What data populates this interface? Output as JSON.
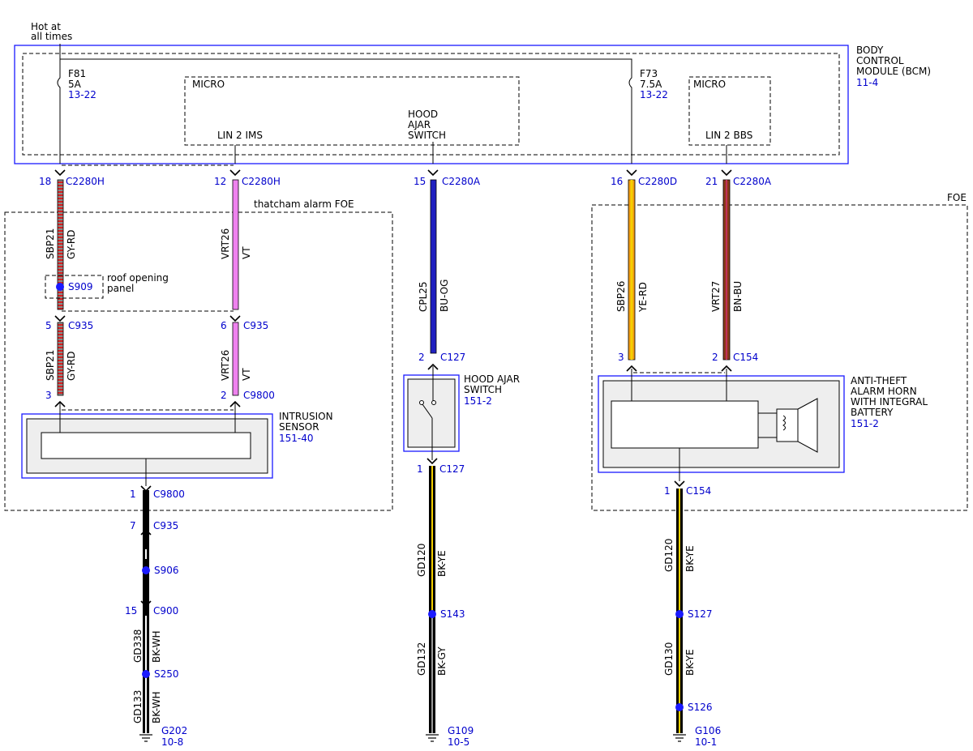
{
  "power": {
    "hot_line1": "Hot at",
    "hot_line2": "all times"
  },
  "bcm": {
    "title_lines": [
      "BODY",
      "CONTROL",
      "MODULE (BCM)"
    ],
    "ref": "11-4",
    "fuse_f81": {
      "name": "F81",
      "rating": "5A",
      "ref": "13-22"
    },
    "fuse_f73": {
      "name": "F73",
      "rating": "7.5A",
      "ref": "13-22"
    },
    "micro1": {
      "label": "MICRO",
      "lin": "LIN 2 IMS"
    },
    "micro2": {
      "label": "MICRO",
      "lin": "LIN 2 BBS"
    },
    "hood_input_lines": [
      "HOOD",
      "AJAR",
      "SWITCH"
    ]
  },
  "bcm_pins": [
    {
      "pin": "18",
      "connector": "C2280H"
    },
    {
      "pin": "12",
      "connector": "C2280H"
    },
    {
      "pin": "15",
      "connector": "C2280A"
    },
    {
      "pin": "16",
      "connector": "C2280D"
    },
    {
      "pin": "21",
      "connector": "C2280A"
    }
  ],
  "options": {
    "thatcham": "thatcham alarm FOE",
    "foe": "FOE"
  },
  "roof_panel": {
    "splice": "S909",
    "label_lines": [
      "roof opening",
      "panel"
    ]
  },
  "wires": {
    "sbp21_top": {
      "circuit": "SBP21",
      "color": "GY-RD"
    },
    "vrt26_top": {
      "circuit": "VRT26",
      "color": "VT"
    },
    "sbp21_bot": {
      "circuit": "SBP21",
      "color": "GY-RD"
    },
    "vrt26_bot": {
      "circuit": "VRT26",
      "color": "VT"
    },
    "cpl25": {
      "circuit": "CPL25",
      "color": "BU-OG"
    },
    "sbp26": {
      "circuit": "SBP26",
      "color": "YE-RD"
    },
    "vrt27": {
      "circuit": "VRT27",
      "color": "BN-BU"
    },
    "gd338": {
      "circuit": "GD338",
      "color": "BK-WH"
    },
    "gd133": {
      "circuit": "GD133",
      "color": "BK-WH"
    },
    "gd120_hood": {
      "circuit": "GD120",
      "color": "BK-YE"
    },
    "gd132": {
      "circuit": "GD132",
      "color": "BK-GY"
    },
    "gd120_horn": {
      "circuit": "GD120",
      "color": "BK-YE"
    },
    "gd130": {
      "circuit": "GD130",
      "color": "BK-YE"
    }
  },
  "connectors": {
    "c935_5": {
      "pin": "5",
      "name": "C935"
    },
    "c935_6": {
      "pin": "6",
      "name": "C935"
    },
    "c9800_3": {
      "pin": "3",
      "name": ""
    },
    "c9800_2": {
      "pin": "2",
      "name": "C9800"
    },
    "c9800_1": {
      "pin": "1",
      "name": "C9800"
    },
    "c935_7": {
      "pin": "7",
      "name": "C935"
    },
    "c900_15": {
      "pin": "15",
      "name": "C900"
    },
    "c127_2": {
      "pin": "2",
      "name": "C127"
    },
    "c127_1": {
      "pin": "1",
      "name": "C127"
    },
    "c154_3": {
      "pin": "3",
      "name": ""
    },
    "c154_2": {
      "pin": "2",
      "name": "C154"
    },
    "c154_1": {
      "pin": "1",
      "name": "C154"
    }
  },
  "components": {
    "intrusion": {
      "lines": [
        "INTRUSION",
        "SENSOR"
      ],
      "ref": "151-40"
    },
    "hood_switch": {
      "lines": [
        "HOOD AJAR",
        "SWITCH"
      ],
      "ref": "151-2"
    },
    "horn": {
      "lines": [
        "ANTI-THEFT",
        "ALARM HORN",
        "WITH INTEGRAL",
        "BATTERY"
      ],
      "ref": "151-2"
    }
  },
  "splices": [
    "S906",
    "S250",
    "S143",
    "S127",
    "S126"
  ],
  "grounds": {
    "g202": {
      "name": "G202",
      "ref": "10-8"
    },
    "g109": {
      "name": "G109",
      "ref": "10-5"
    },
    "g106": {
      "name": "G106",
      "ref": "10-1"
    }
  },
  "wire_colors": {
    "gray": "#8a8a8a",
    "red": "#d42020",
    "violet": "#ee82ee",
    "blue": "#2020c0",
    "orange": "#f39c12",
    "yellow": "#f5d000",
    "brown": "#8b3a1a",
    "black": "#000000",
    "white": "#ffffff",
    "accent_blue": "#1a1aff",
    "ref_blue": "#0000cc"
  }
}
